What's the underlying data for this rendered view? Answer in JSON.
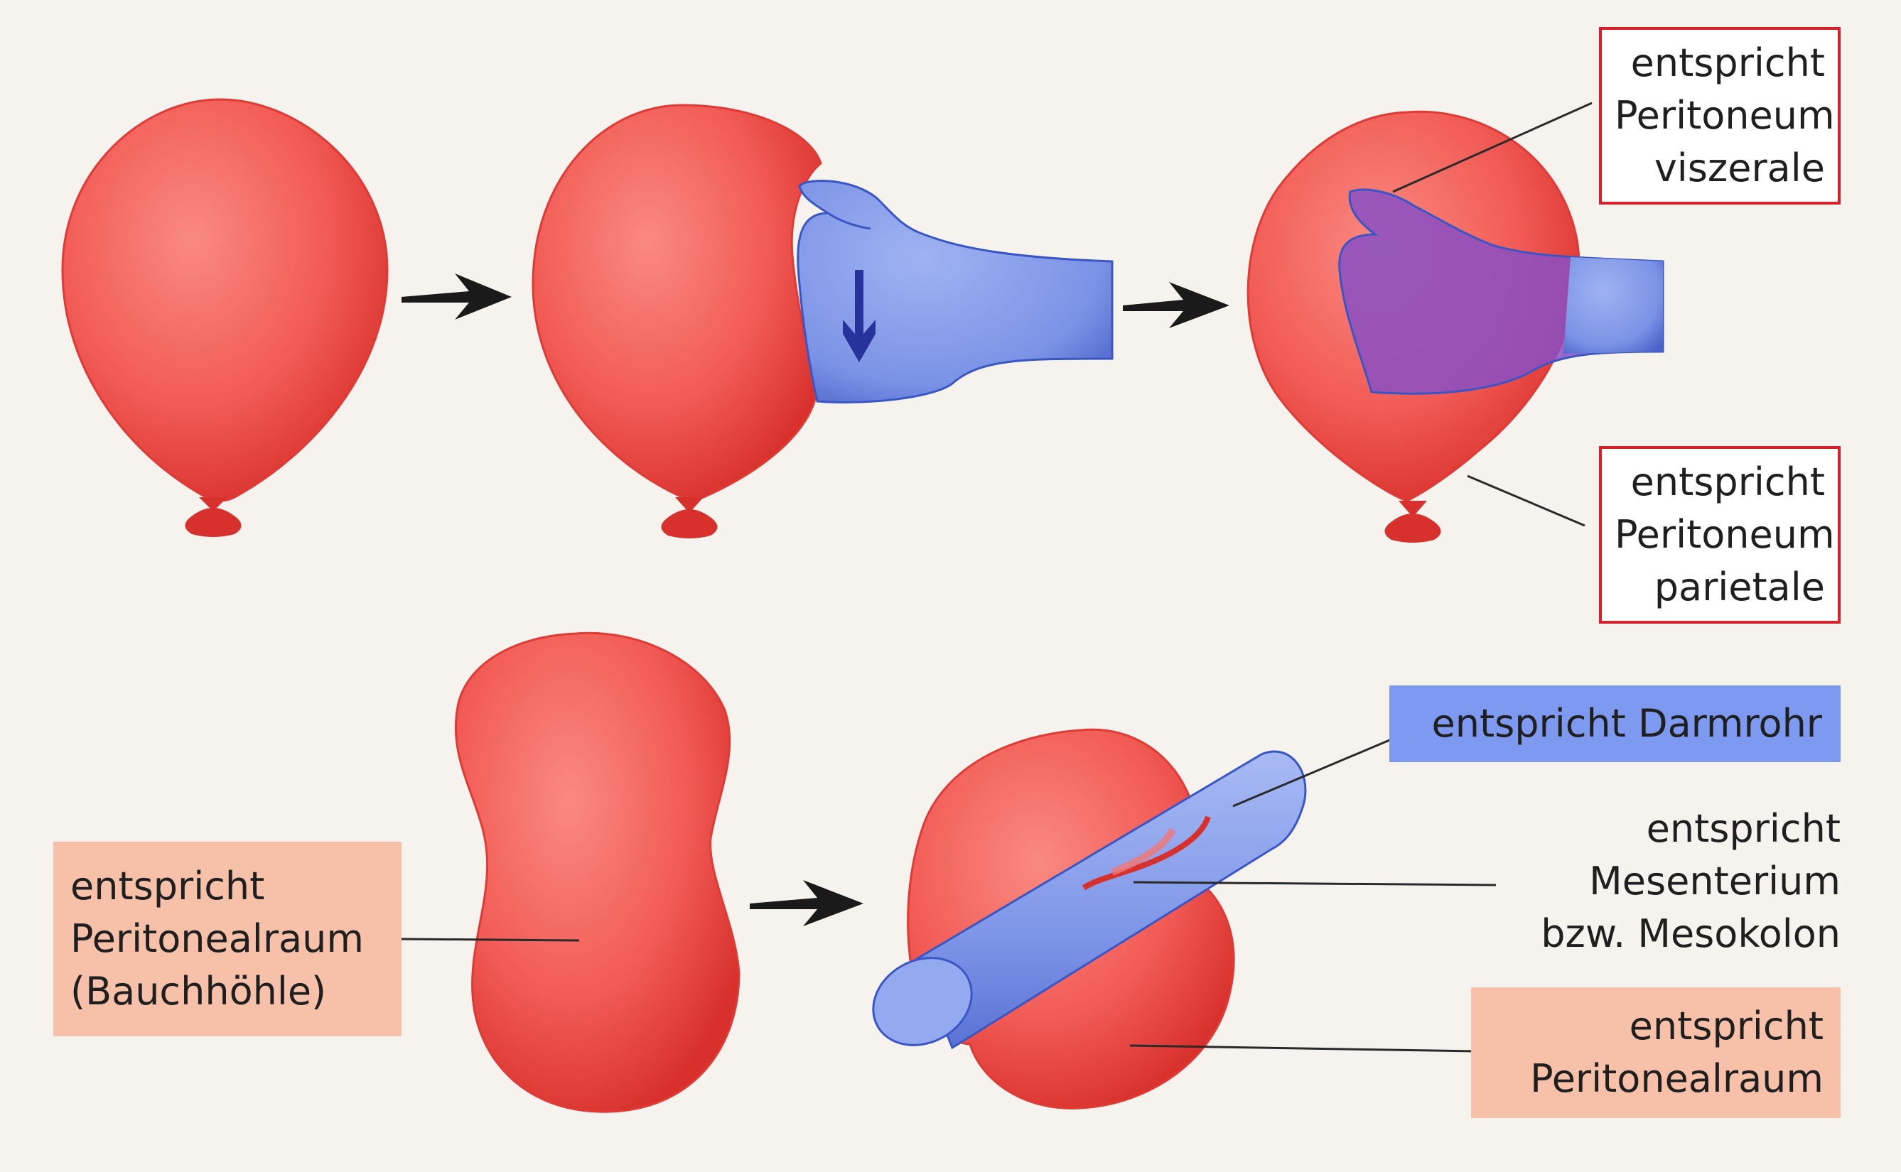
{
  "colors": {
    "balloon": "#f25a55",
    "balloon_dark": "#d8302c",
    "hand": "#7e97ea",
    "hand_inside": "#7a3fb0",
    "label_border": "#d8202a",
    "peach_fill": "#f7c0a8",
    "blue_fill": "#7e9af0",
    "arrow": "#1a1a1a"
  },
  "labels": {
    "visceral": [
      "entspricht",
      "Peritoneum",
      "viszerale"
    ],
    "parietal": [
      "entspricht",
      "Peritoneum",
      "parietale"
    ],
    "cavity": [
      "entspricht",
      "Peritonealraum",
      "(Bauchhöhle)"
    ],
    "gut_tube": [
      "entspricht Darmrohr"
    ],
    "mesentery": [
      "entspricht",
      "Mesenterium",
      "bzw. Mesokolon"
    ],
    "space": [
      "entspricht",
      "Peritonealraum"
    ]
  },
  "icons": {
    "step_arrow": "right-arrow-icon",
    "press_arrow": "down-arrow-icon"
  }
}
